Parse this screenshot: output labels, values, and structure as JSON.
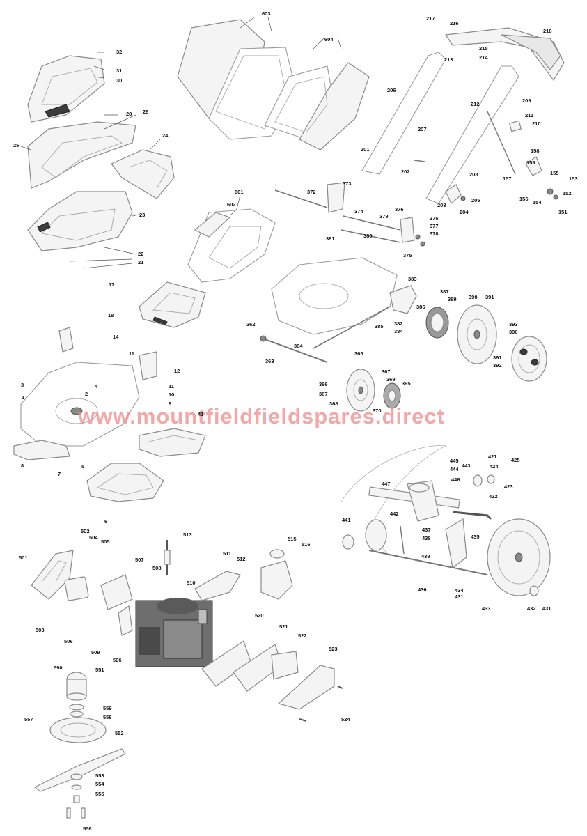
{
  "watermark": "www.mountfieldfieldspares.direct",
  "callouts": {
    "c603": "603",
    "c604": "604",
    "c217": "217",
    "c216": "216",
    "c215": "215",
    "c214": "214",
    "c213": "213",
    "c218": "218",
    "c206": "206",
    "c212": "212",
    "c209": "209",
    "c211": "211",
    "c210": "210",
    "c207": "207",
    "c201": "201",
    "c158": "158",
    "c159": "159",
    "c157": "157",
    "c208": "208",
    "c202": "202",
    "c155": "155",
    "c153": "153",
    "c152": "152",
    "c156": "156",
    "c154": "154",
    "c151": "151",
    "c203": "203",
    "c205": "205",
    "c204": "204",
    "c32": "32",
    "c31": "31",
    "c30": "30",
    "c28": "28",
    "c26": "26",
    "c25": "25",
    "c24": "24",
    "c23": "23",
    "c22": "22",
    "c21": "21",
    "c601": "601",
    "c602": "602",
    "c372": "372",
    "c373": "373",
    "c374": "374",
    "c376": "376",
    "c379": "379",
    "c375a": "375",
    "c377": "377",
    "c378": "378",
    "c380": "380",
    "c381": "381",
    "c375b": "375",
    "c383": "383",
    "c387": "387",
    "c389": "389",
    "c390a": "390",
    "c391a": "391",
    "c386": "386",
    "c382": "382",
    "c384": "384",
    "c385": "385",
    "c393": "393",
    "c390b": "390",
    "c391b": "391",
    "c392": "392",
    "c17": "17",
    "c18": "18",
    "c362": "362",
    "c364": "364",
    "c365": "365",
    "c363": "363",
    "c14": "14",
    "c11a": "11",
    "c12": "12",
    "c3": "3",
    "c4": "4",
    "c2": "2",
    "c1": "1",
    "c11b": "11",
    "c10": "10",
    "c9": "9",
    "c41": "41",
    "c8": "8",
    "c7": "7",
    "c5": "5",
    "c6": "6",
    "c366": "366",
    "c367a": "367",
    "c368": "368",
    "c367b": "367",
    "c369": "369",
    "c395": "395",
    "c370": "370",
    "c445": "445",
    "c443": "443",
    "c444": "444",
    "c446": "446",
    "c447": "447",
    "c421": "421",
    "c424": "424",
    "c425": "425",
    "c423": "423",
    "c422": "422",
    "c442": "442",
    "c441": "441",
    "c437": "437",
    "c438": "438",
    "c435": "435",
    "c439": "439",
    "c436": "436",
    "c434": "434",
    "c431a": "431",
    "c433": "433",
    "c432": "432",
    "c431b": "431",
    "c513": "513",
    "c502": "502",
    "c504": "504",
    "c505": "505",
    "c501": "501",
    "c507": "507",
    "c508": "508",
    "c511": "511",
    "c512": "512",
    "c515": "515",
    "c516": "516",
    "c510": "510",
    "c503": "503",
    "c506a": "506",
    "c509": "509",
    "c506b": "506",
    "c520": "520",
    "c521": "521",
    "c522": "522",
    "c523": "523",
    "c524": "524",
    "c590": "590",
    "c551": "551",
    "c559": "559",
    "c558": "558",
    "c557": "557",
    "c552": "552",
    "c553": "553",
    "c554": "554",
    "c555": "555",
    "c556": "556"
  }
}
